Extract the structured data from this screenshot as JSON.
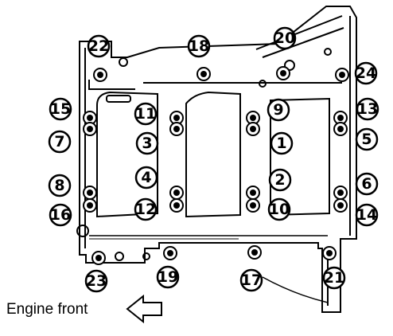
{
  "diagram": {
    "front_label": "Engine front",
    "bolts": [
      {
        "label": "1"
      },
      {
        "label": "2"
      },
      {
        "label": "3"
      },
      {
        "label": "4"
      },
      {
        "label": "5"
      },
      {
        "label": "6"
      },
      {
        "label": "7"
      },
      {
        "label": "8"
      },
      {
        "label": "9"
      },
      {
        "label": "10"
      },
      {
        "label": "11"
      },
      {
        "label": "12"
      },
      {
        "label": "13"
      },
      {
        "label": "14"
      },
      {
        "label": "15"
      },
      {
        "label": "16"
      },
      {
        "label": "17"
      },
      {
        "label": "18"
      },
      {
        "label": "19"
      },
      {
        "label": "20"
      },
      {
        "label": "21"
      },
      {
        "label": "22"
      },
      {
        "label": "23"
      },
      {
        "label": "24"
      }
    ]
  }
}
